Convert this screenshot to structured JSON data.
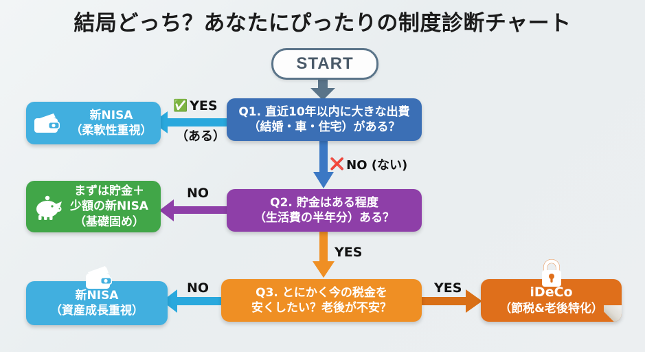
{
  "page": {
    "title": "結局どっち？あなたにぴったりの制度診断チャート",
    "background_color": "#edf1f2"
  },
  "start_node": {
    "label": "START",
    "border_color": "#5a7489"
  },
  "questions": [
    {
      "id": "q1",
      "line1": "Q1. 直近10年以内に大きな出費",
      "line2": "（結婚・車・住宅）がある？",
      "color": "#3b6fb5"
    },
    {
      "id": "q2",
      "line1": "Q2. 貯金はある程度",
      "line2": "（生活費の半年分）ある？",
      "color": "#8e3fa8"
    },
    {
      "id": "q3",
      "line1": "Q3. とにかく今の税金を",
      "line2": "安くしたい？老後が不安？",
      "color": "#ef8f24"
    }
  ],
  "results": [
    {
      "id": "nisa-flex",
      "line1": "新NISA",
      "line2": "（柔軟性重視）",
      "color": "#41afdf",
      "icon": "wallet-icon"
    },
    {
      "id": "savings-first",
      "line1": "まずは貯金＋",
      "line2": "少額の新NISA",
      "line3": "（基礎固め）",
      "color": "#41a648",
      "icon": "piggy-bank-icon"
    },
    {
      "id": "nisa-growth",
      "line1": "新NISA",
      "line2": "（資産成長重視）",
      "color": "#41afdf",
      "icon": "wallet-icon"
    },
    {
      "id": "ideco",
      "line1": "iDeCo",
      "line2": "（節税&老後特化）",
      "color": "#df6f1b",
      "icon": "lock-icon"
    }
  ],
  "edges": {
    "q1_yes": "YES",
    "q1_yes_emoji": "✅",
    "q1_yes_sub": "（ある）",
    "q1_no": "NO (ない)",
    "q1_no_emoji": "❌",
    "q2_no": "NO",
    "q2_yes": "YES",
    "q3_no": "NO",
    "q3_yes": "YES"
  },
  "arrow_colors": {
    "start": "#5a7489",
    "q1_yes": "#29a8dd",
    "q1_no": "#3b78c4",
    "q2_no": "#8e3fa8",
    "q2_yes": "#ef8f24",
    "q3_no": "#29a8dd",
    "q3_yes": "#d96f16"
  }
}
